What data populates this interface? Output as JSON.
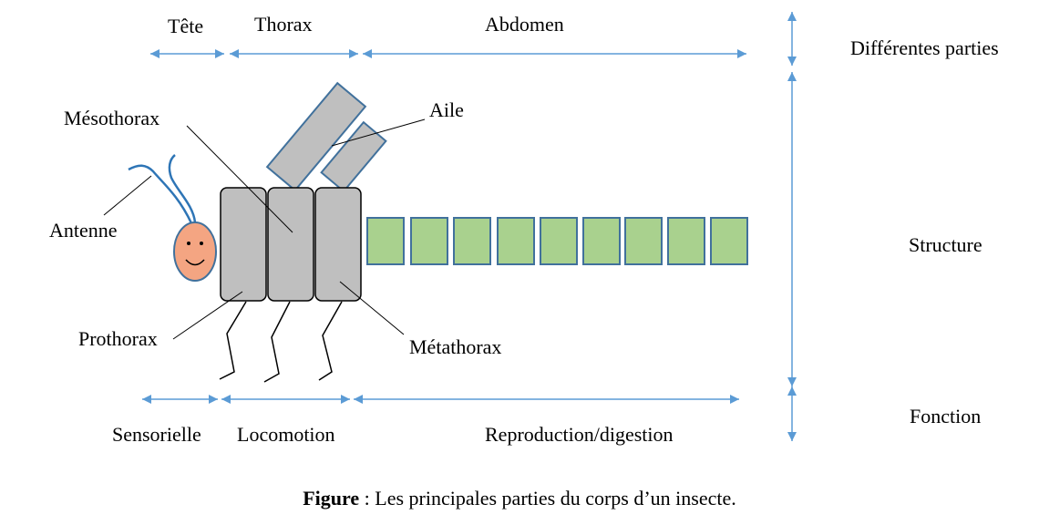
{
  "top_parts": {
    "tete": "Tête",
    "thorax": "Thorax",
    "abdomen": "Abdomen"
  },
  "labels": {
    "mesothorax": "Mésothorax",
    "aile": "Aile",
    "antenne": "Antenne",
    "prothorax": "Prothorax",
    "metathorax": "Métathorax"
  },
  "functions": {
    "sensorielle": "Sensorielle",
    "locomotion": "Locomotion",
    "reproduction": "Reproduction/digestion"
  },
  "levels": {
    "parties": "Différentes parties",
    "structure": "Structure",
    "fonction": "Fonction"
  },
  "caption": {
    "bold": "Figure",
    "text": " : Les principales parties du corps d’un insecte."
  },
  "colors": {
    "arrow": "#5b9bd5",
    "head_fill": "#f4a582",
    "thorax_fill": "#bfbfbf",
    "abdomen_fill": "#a9d18e",
    "outline": "#41719c",
    "antenna": "#2e75b6"
  }
}
